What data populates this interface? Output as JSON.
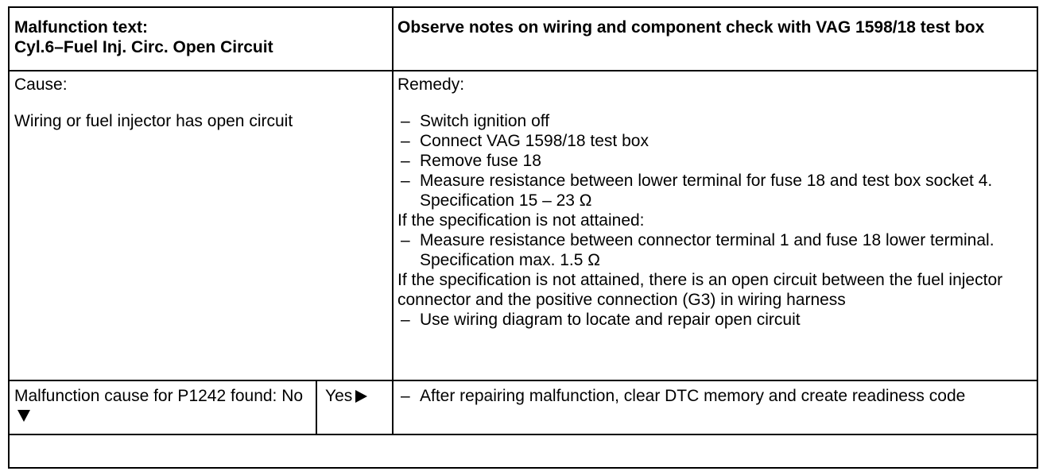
{
  "header": {
    "left_line1": "Malfunction text:",
    "left_line2": "Cyl.6–Fuel Inj. Circ. Open Circuit",
    "right": "Observe notes on wiring and component check with VAG 1598/18 test box"
  },
  "cause": {
    "label": "Cause:",
    "text": "Wiring or fuel injector has open circuit"
  },
  "remedy": {
    "label": "Remedy:",
    "steps_a": [
      "Switch ignition off",
      "Connect VAG 1598/18 test box",
      "Remove fuse 18",
      "Measure resistance between lower terminal for fuse 18 and test box socket 4. Specification 15 – 23 Ω"
    ],
    "note1": "If the specification is not attained:",
    "steps_b": [
      "Measure resistance between connector terminal 1 and fuse 18 lower terminal. Specification max. 1.5 Ω"
    ],
    "note2": "If the specification is not attained, there is an open circuit between the fuel injector connector and the positive connection (G3) in wiring harness",
    "steps_c": [
      "Use wiring diagram to locate and repair open circuit"
    ]
  },
  "result": {
    "cause_text": "Malfunction cause for P1242 found: No",
    "yes_label": "Yes",
    "action": "After repairing malfunction, clear DTC memory and create readiness code"
  },
  "icons": {
    "no_arrow": "triangle-down-icon",
    "yes_arrow": "triangle-right-icon"
  }
}
